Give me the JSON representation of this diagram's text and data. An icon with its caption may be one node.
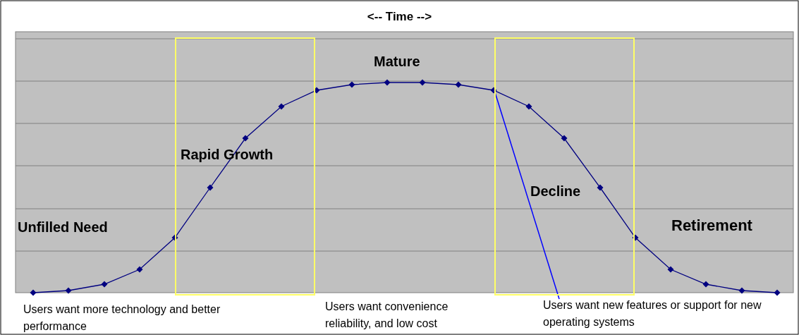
{
  "diagram": {
    "title": "<-- Time -->",
    "nodes": [
      {
        "text": [
          "Rapid Growth"
        ]
      },
      {
        "text": [
          "Decline"
        ]
      },
      {
        "text": [
          "Users want new features or support for new operating systems"
        ]
      }
    ],
    "edges": [
      {
        "from": 2,
        "to": 1,
        "arrow": "none",
        "color": "#0000ff"
      }
    ],
    "labels": [
      "Mature",
      "Unfilled Need",
      "Retirement",
      "Users want more technology and better performance",
      "Users want convenience reliability, and low cost"
    ]
  }
}
